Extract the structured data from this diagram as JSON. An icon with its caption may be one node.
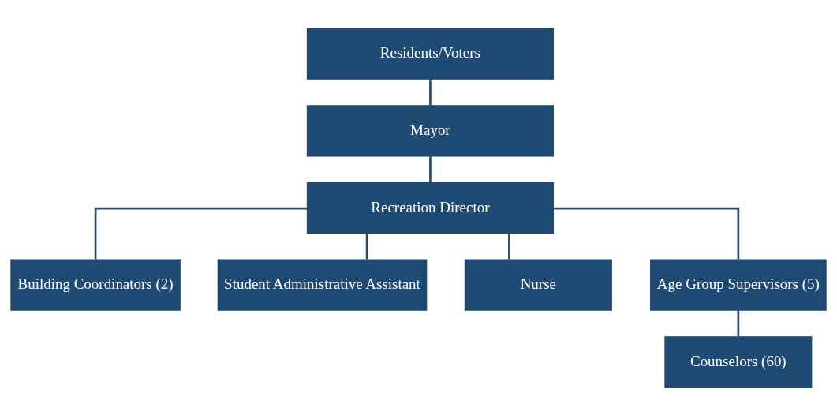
{
  "diagram": {
    "nodes": [
      {
        "text": [
          "Residents/Voters"
        ]
      },
      {
        "text": [
          "Mayor"
        ]
      },
      {
        "text": [
          "Recreation Director"
        ]
      },
      {
        "text": [
          "Building Coordinators (2)"
        ]
      },
      {
        "text": [
          "Student Administrative Assistant"
        ]
      },
      {
        "text": [
          "Nurse"
        ]
      },
      {
        "text": [
          "Age Group Supervisors (5)"
        ]
      },
      {
        "text": [
          "Counselors (60)"
        ]
      }
    ],
    "edges": [
      {
        "from": 0,
        "to": 1,
        "arrow": "none"
      },
      {
        "from": 1,
        "to": 2,
        "arrow": "none"
      },
      {
        "from": 2,
        "to": 3,
        "arrow": "none"
      },
      {
        "from": 2,
        "to": 4,
        "arrow": "none"
      },
      {
        "from": 2,
        "to": 5,
        "arrow": "none"
      },
      {
        "from": 2,
        "to": 6,
        "arrow": "none"
      },
      {
        "from": 6,
        "to": 7,
        "arrow": "none"
      }
    ]
  }
}
